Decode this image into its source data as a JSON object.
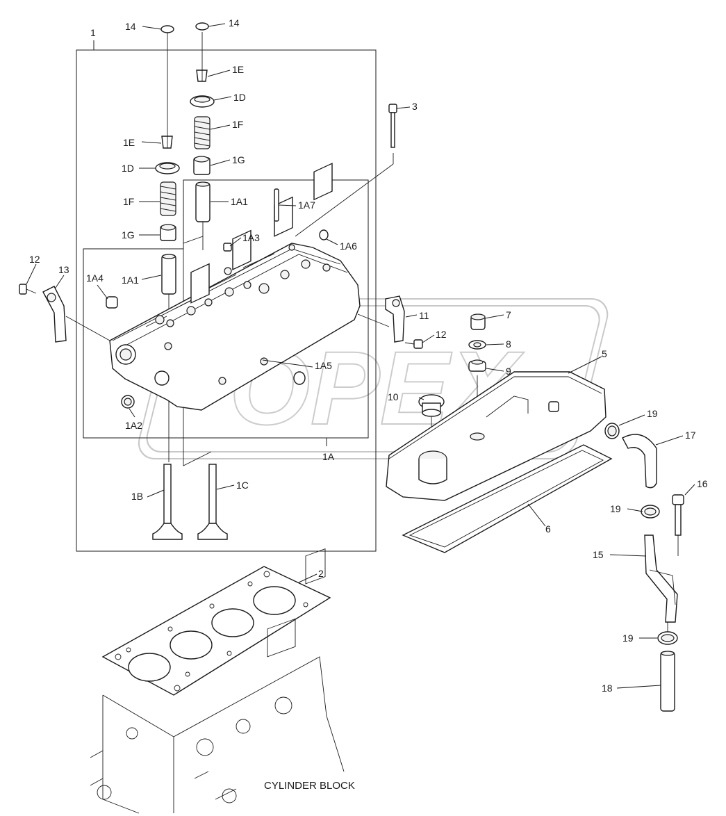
{
  "title": "",
  "caption": "CYLINDER BLOCK",
  "watermark": "OPEX",
  "labels": {
    "p1": "1",
    "p14a": "14",
    "p14b": "14",
    "p1E_r": "1E",
    "p1D_r": "1D",
    "p1F_r": "1F",
    "p1G_r": "1G",
    "p1E_l": "1E",
    "p1D_l": "1D",
    "p1F_l": "1F",
    "p1G_l": "1G",
    "p1A1_r": "1A1",
    "p1A7": "1A7",
    "p1A3": "1A3",
    "p1A6": "1A6",
    "p1A1_l": "1A1",
    "p1A4": "1A4",
    "p12a": "12",
    "p13": "13",
    "p1A5": "1A5",
    "p1A2": "1A2",
    "p1A": "1A",
    "p1B": "1B",
    "p1C": "1C",
    "p3": "3",
    "p11": "11",
    "p7": "7",
    "p12b": "12",
    "p8": "8",
    "p9": "9",
    "p5": "5",
    "p10": "10",
    "p19a": "19",
    "p17": "17",
    "p16": "16",
    "p19b": "19",
    "p6": "6",
    "p15": "15",
    "p19c": "19",
    "p18": "18",
    "p2": "2"
  }
}
